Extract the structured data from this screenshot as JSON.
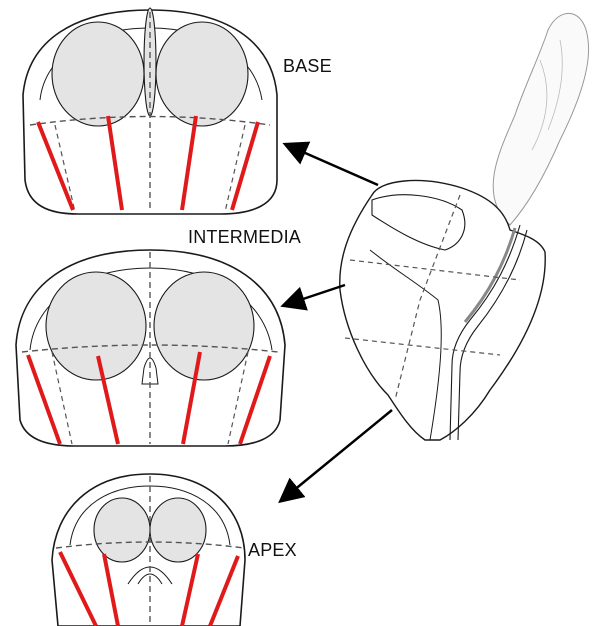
{
  "labels": {
    "base": "BASE",
    "intermedia": "INTERMEDIA",
    "apex": "APEX"
  },
  "colors": {
    "outline": "#1a1a1a",
    "dashed_zone": "#555555",
    "lobe_fill": "#e4e4e4",
    "biopsy_line": "#e01a1a",
    "arrow": "#000000"
  }
}
